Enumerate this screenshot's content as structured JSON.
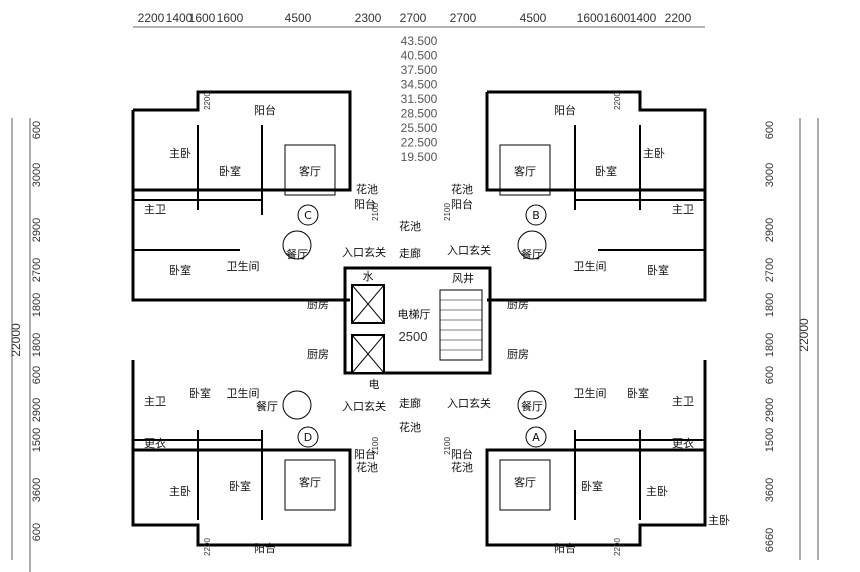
{
  "top_dims": [
    "2200",
    "1400",
    "1600",
    "1600",
    "4500",
    "2300",
    "2700",
    "2700",
    "4500",
    "1600",
    "1600",
    "1400",
    "2200"
  ],
  "left_dims": [
    "600",
    "3000",
    "2900",
    "2700",
    "1800",
    "1800",
    "600",
    "2900",
    "1500",
    "3600",
    "600"
  ],
  "right_dims": [
    "600",
    "3000",
    "2900",
    "2700",
    "1800",
    "1800",
    "600",
    "2900",
    "1500",
    "3600",
    "6660"
  ],
  "total_dim": "22000",
  "levels": [
    "43.500",
    "40.500",
    "37.500",
    "34.500",
    "31.500",
    "28.500",
    "25.500",
    "22.500",
    "19.500"
  ],
  "unit_labels": [
    "C",
    "B",
    "D",
    "A"
  ],
  "rooms": {
    "balcony": "阳台",
    "master_bedroom": "主卧",
    "bedroom": "卧室",
    "living": "客厅",
    "dining": "餐厅",
    "master_bath": "主卫",
    "bath": "卫生间",
    "kitchen": "厨房",
    "entry": "入口玄关",
    "corridor": "走廊",
    "planter": "花池",
    "elevator_hall": "电梯厅",
    "water": "水",
    "electric": "电",
    "wind": "风井",
    "wardrobe": "更衣",
    "master_bed_small": "主卧"
  },
  "small_dims": {
    "balcony_w": "2200",
    "pool_d": "2100",
    "lobby_w": "2500",
    "corr_w": "2100"
  }
}
